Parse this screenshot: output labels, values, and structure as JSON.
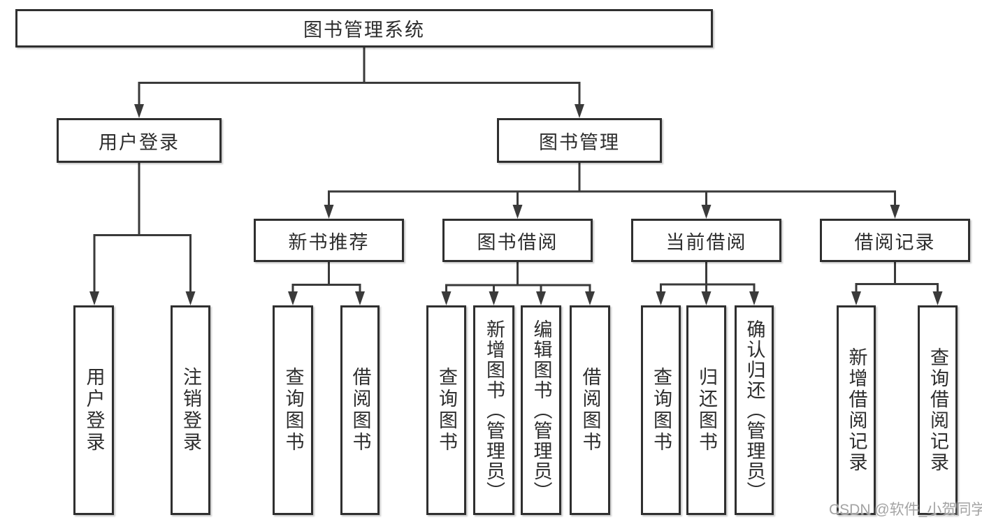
{
  "watermark": "CSDN @软件_小贺同学",
  "colors": {
    "background": "#ffffff",
    "line": "#3a3a3a",
    "box_border": "#2f2f2f",
    "text": "#2d2d2d",
    "watermark_text": "#9e9e9e"
  },
  "nodes": {
    "root": "图书管理系统",
    "user_login": {
      "label": "用户登录",
      "leaves": [
        "用户登录",
        "注销登录"
      ]
    },
    "book_management": {
      "label": "图书管理",
      "groups": [
        {
          "label": "新书推荐",
          "leaves": [
            "查询图书",
            "借阅图书"
          ]
        },
        {
          "label": "图书借阅",
          "leaves": [
            "查询图书",
            "新增图书（管理员）",
            "编辑图书（管理员）",
            "借阅图书"
          ]
        },
        {
          "label": "当前借阅",
          "leaves": [
            "查询图书",
            "归还图书",
            "确认归还（管理员）"
          ]
        },
        {
          "label": "借阅记录",
          "leaves": [
            "新增借阅记录",
            "查询借阅记录"
          ]
        }
      ]
    }
  }
}
